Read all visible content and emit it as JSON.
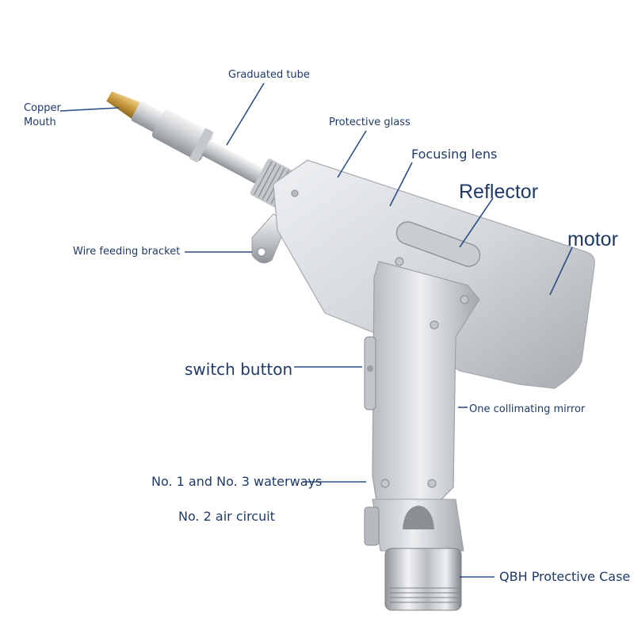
{
  "labels": {
    "copper_mouth_line1": "Copper",
    "copper_mouth_line2": "Mouth",
    "graduated_tube": "Graduated tube",
    "protective_glass": "Protective glass",
    "focusing_lens": "Focusing lens",
    "reflector": "Reflector",
    "motor": "motor",
    "wire_feeding_bracket": "Wire feeding bracket",
    "switch_button": "switch button",
    "one_collimating_mirror": "One collimating mirror",
    "waterways": "No. 1 and No. 3 waterways",
    "air_circuit": "No. 2 air circuit",
    "qbh_case": "QBH Protective Case"
  },
  "colors": {
    "label_text": "#1f3a66",
    "leader_line": "#2c4f86",
    "body_metal": "#d3d6da",
    "body_shadow": "#a9adb2",
    "nozzle_copper": "#c9a24a"
  }
}
